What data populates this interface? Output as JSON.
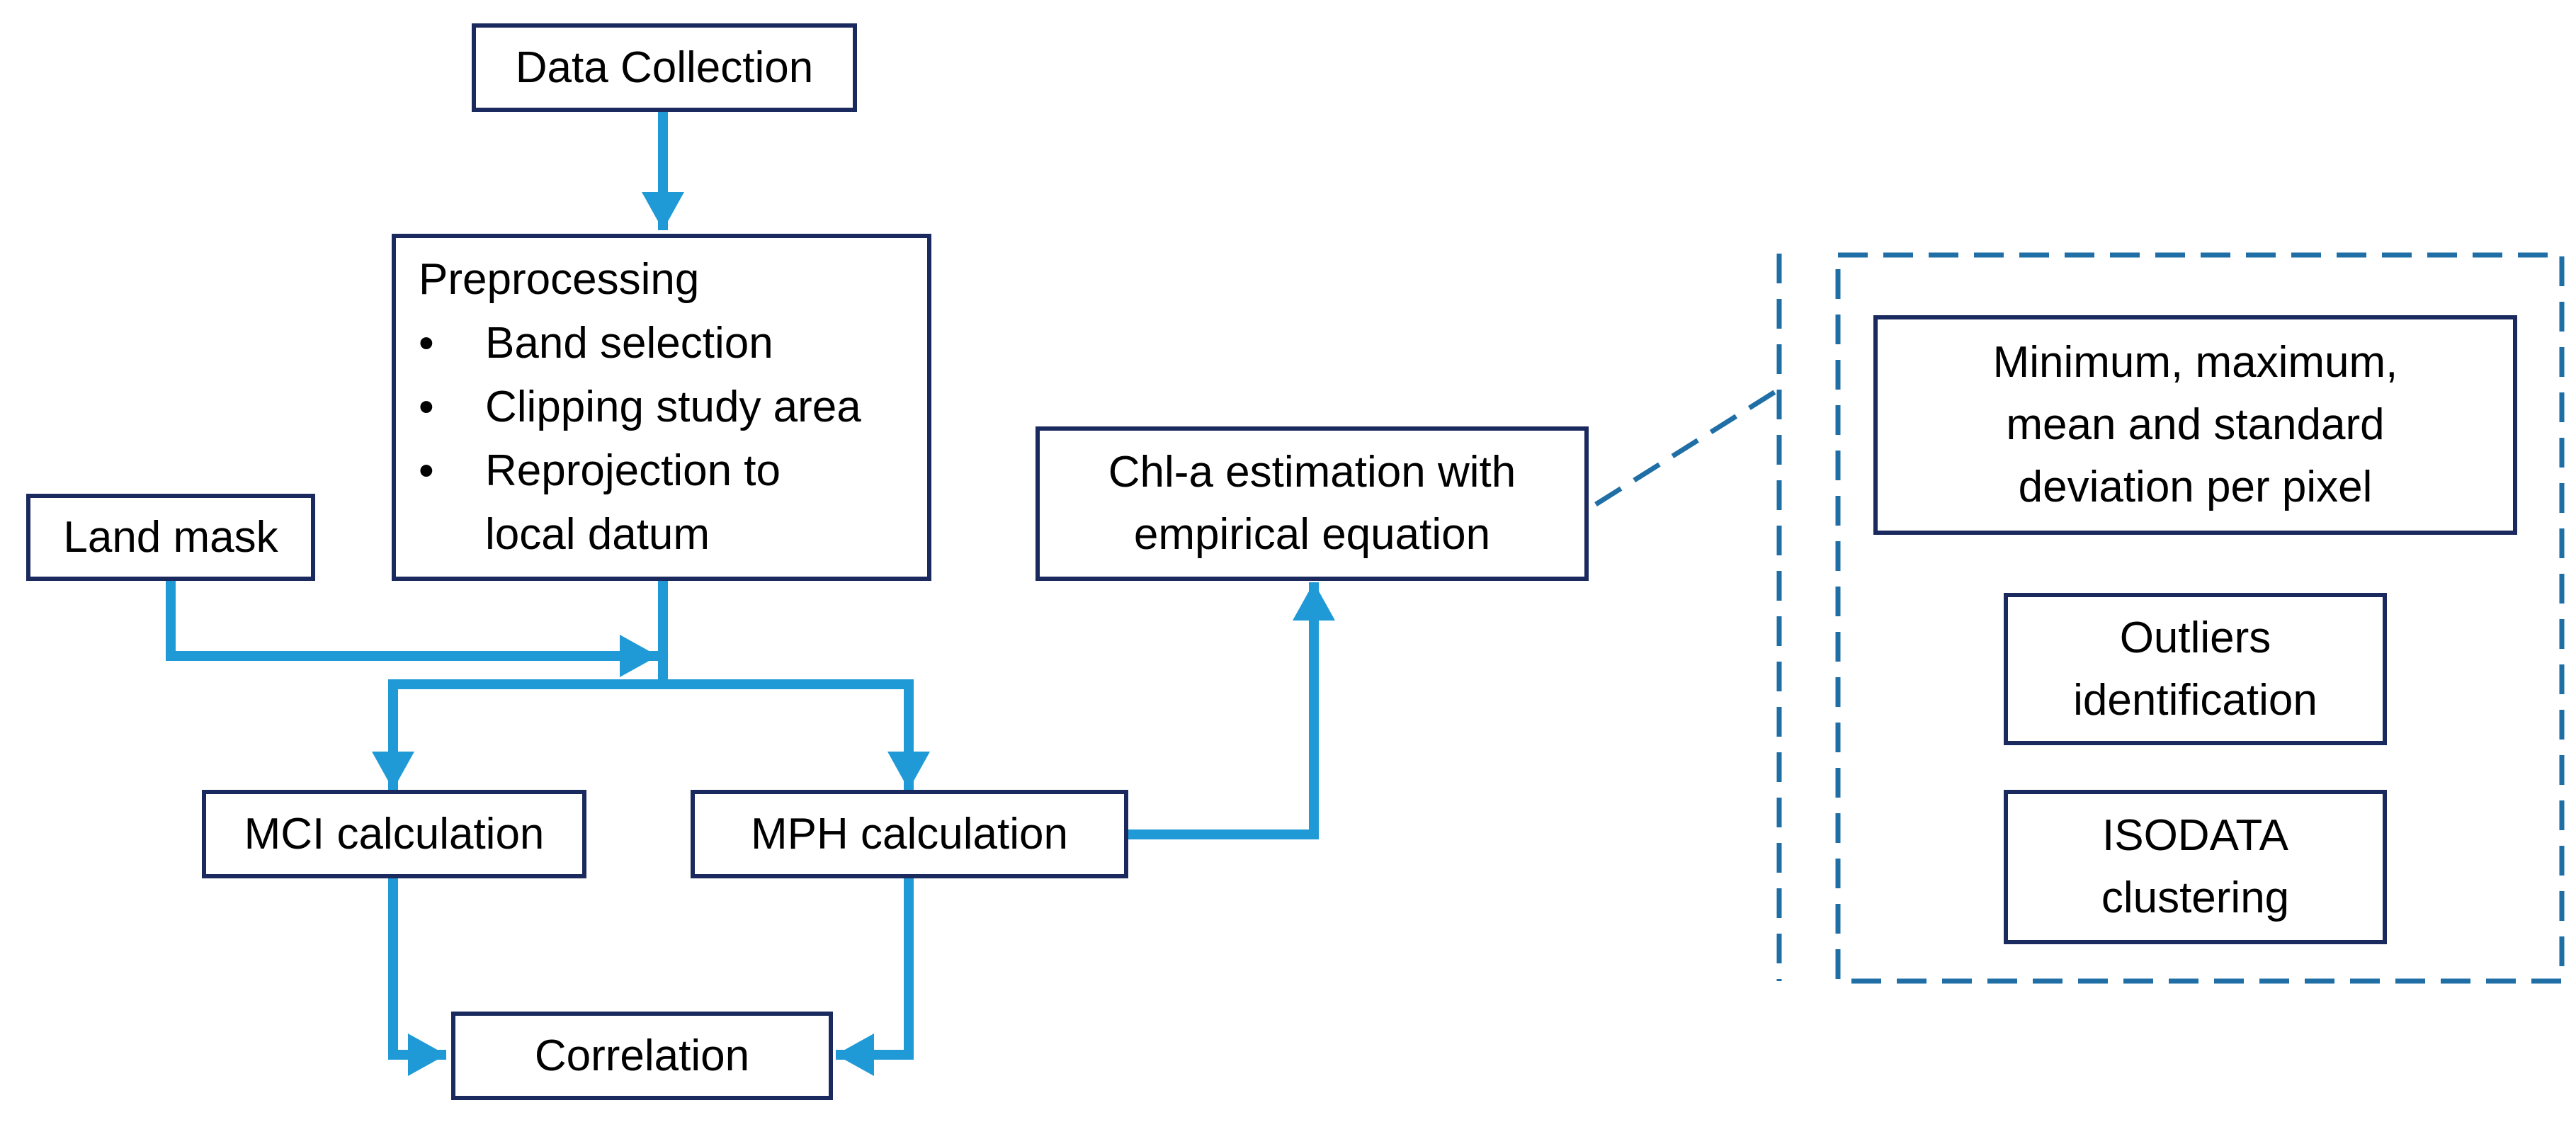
{
  "colors": {
    "arrow": "#1f9ad6",
    "box_border": "#1a2a5e",
    "dashed": "#1f6fa6"
  },
  "nodes": {
    "data_collection": "Data Collection",
    "preprocessing": {
      "title": "Preprocessing",
      "items": [
        "Band selection",
        "Clipping study area",
        "Reprojection to\nlocal datum"
      ]
    },
    "land_mask": "Land mask",
    "chl_estimation": "Chl-a estimation with\nempirical equation",
    "mci_calculation": "MCI calculation",
    "mph_calculation": "MPH calculation",
    "correlation": "Correlation",
    "stats_per_pixel": "Minimum, maximum,\nmean and standard\ndeviation per pixel",
    "outliers": "Outliers\nidentification",
    "isodata": "ISODATA\nclustering"
  }
}
